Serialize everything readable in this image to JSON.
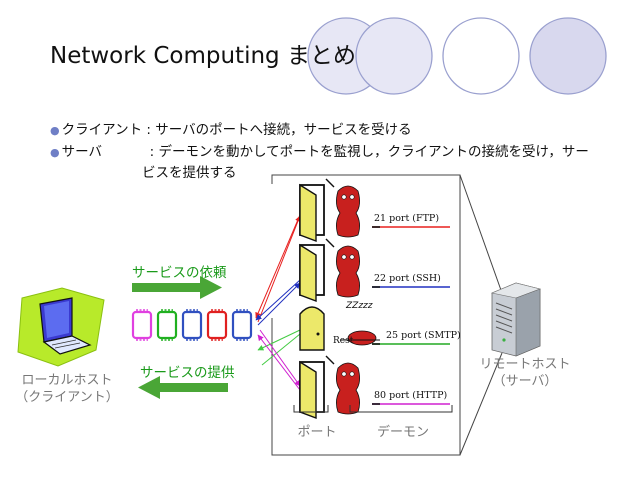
{
  "slide": {
    "title": "Network Computing まとめ",
    "bullets": [
      {
        "term": "クライアント",
        "sep": ":",
        "text": "サーバのポートへ接続，サービスを受ける"
      },
      {
        "term": "サーバ",
        "sep": ":",
        "text": "デーモンを動かしてポートを監視し，クライアントの接続を受け，サー",
        "text_cont": "ビスを提供する"
      }
    ]
  },
  "diagram": {
    "request_label": "サービスの依頼",
    "provide_label": "サービスの提供",
    "client_label_1": "ローカルホスト",
    "client_label_2": "（クライアント）",
    "server_label_1": "リモートホスト",
    "server_label_2": "（サーバ）",
    "port_caption": "ポート",
    "daemon_caption": "デーモン",
    "ports": [
      {
        "label": "21 port (FTP)",
        "line_color": "#e8201f",
        "state": "open"
      },
      {
        "label": "22 port (SSH)",
        "line_color": "#2030c0",
        "state": "open"
      },
      {
        "label": "25 port (SMTP)",
        "line_color": "#22aa22",
        "state": "closed"
      },
      {
        "label": "80 port (HTTP)",
        "line_color": "#d020d0",
        "state": "open"
      }
    ],
    "sleep_text": "ZZzzz",
    "rest_label": "Rest",
    "packet_colors": [
      "#e040e0",
      "#20b020",
      "#3050c0",
      "#e02020",
      "#3050c0"
    ]
  },
  "colors": {
    "circle_fill": "#e7e7f5",
    "circle_stroke": "#9aa0cf",
    "arrow_green": "#4aa636",
    "text_green": "#1a9a1a",
    "door_fill": "#ece86a"
  }
}
